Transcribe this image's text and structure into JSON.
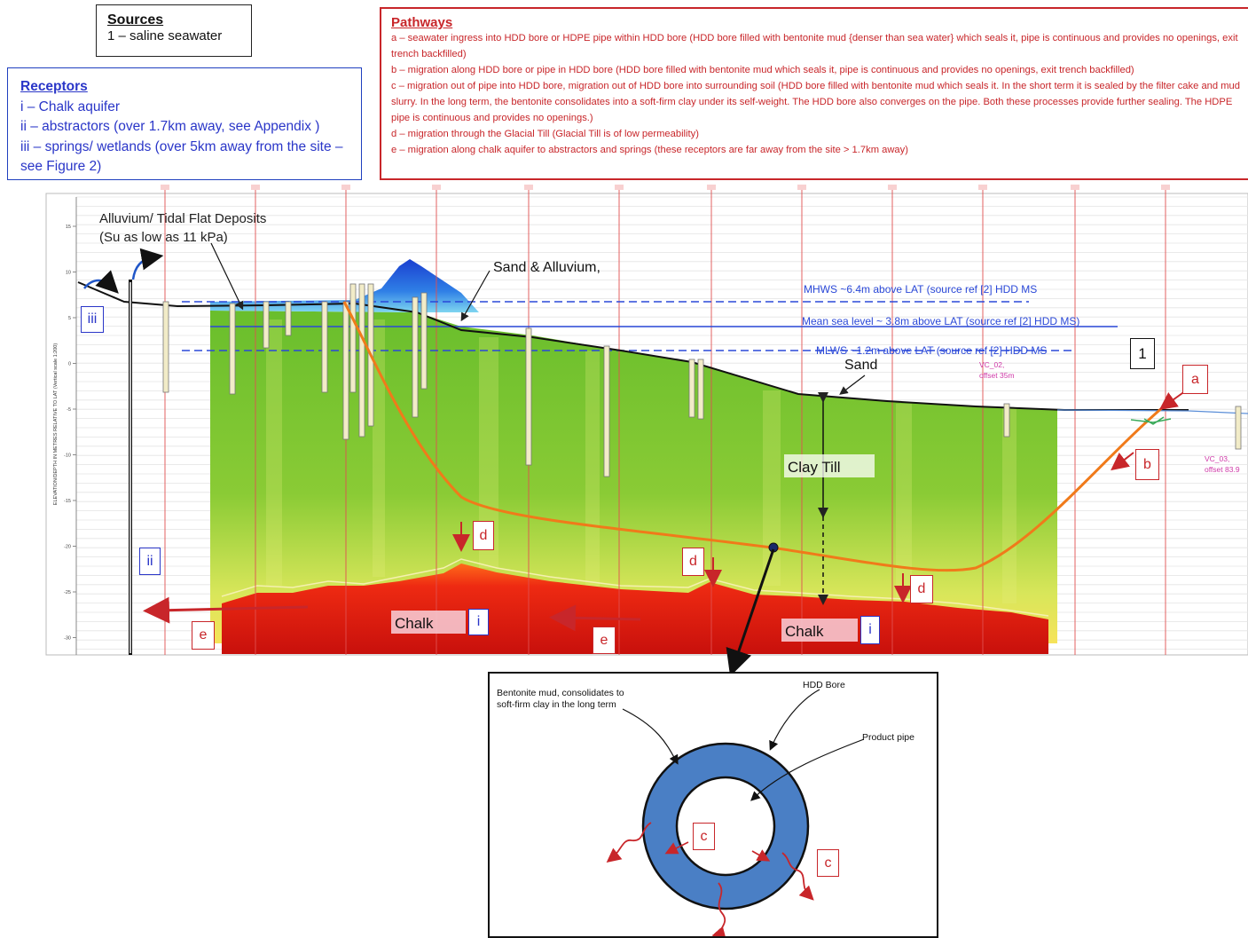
{
  "sources": {
    "title": "Sources",
    "items": [
      "1 – saline seawater"
    ]
  },
  "receptors": {
    "title": "Receptors",
    "items": [
      "i – Chalk aquifer",
      "ii – abstractors (over 1.7km away, see Appendix )",
      "iii – springs/ wetlands (over 5km away from the site – see Figure 2)"
    ]
  },
  "pathways": {
    "title": "Pathways",
    "items": [
      "a – seawater ingress into HDD bore or HDPE pipe within HDD bore (HDD bore filled with bentonite mud {denser than sea water} which seals it, pipe is continuous and provides no openings, exit trench backfilled)",
      "b – migration along HDD bore or pipe in HDD bore (HDD bore filled with bentonite mud which seals it, pipe is continuous and provides no openings, exit trench backfilled)",
      "c – migration out of pipe into HDD bore, migration out of HDD bore into surrounding soil (HDD bore filled with bentonite mud which seals it. In the short term it is sealed by the filter cake and mud slurry. In the long term, the bentonite consolidates into a soft-firm clay under its self-weight. The HDD bore also converges on the pipe. Both these processes provide further sealing. The HDPE pipe is continuous and provides no openings.)",
      "d – migration through the Glacial Till (Glacial Till is of low permeability)",
      "e – migration along chalk aquifer to abstractors and springs (these receptors are far away from the site > 1.7km away)"
    ]
  },
  "section": {
    "y_axis_label": "ELEVATION/DEPTH IN METRES RELATIVE TO LAT (Vertical scale 1:200)",
    "y_ticks": [
      "15",
      "10",
      "5",
      "0",
      "-5",
      "-10",
      "-15",
      "-20",
      "-25",
      "-30"
    ],
    "labels": {
      "alluvium_line1": "Alluvium/ Tidal Flat Deposits",
      "alluvium_line2": "(Su  as low as 11 kPa)",
      "sand_alluvium": "Sand & Alluvium,",
      "mhws": "MHWS ~6.4m above LAT (source ref [2] HDD MS",
      "msl": "Mean sea level ~ 3.8m above LAT (source ref [2] HDD MS)",
      "mlws": "MLWS ~1.2m above LAT (source ref [2] HDD MS",
      "sand": "Sand",
      "clay_till": "Clay Till",
      "chalk": "Chalk",
      "vc02": "VC_02,",
      "vc02_offset": "offset 35m",
      "vc03": "VC_03,",
      "vc03_offset": "offset 83.9"
    },
    "markers": {
      "source": "1",
      "a": "a",
      "b": "b",
      "d": "d",
      "e": "e",
      "i": "i",
      "ii": "ii",
      "iii": "iii"
    },
    "colors": {
      "green_till": "#7ec832",
      "chalk_red": "#e01a10",
      "sea_blue": "#1a4fd6",
      "hdd_orange": "#f07a1a",
      "pathway_red": "#c8262a",
      "receptor_blue": "#2a36c8"
    }
  },
  "inset": {
    "bentonite_label": "Bentonite mud, consolidates to soft-firm clay in the long term",
    "hdd_bore": "HDD Bore",
    "product_pipe": "Product pipe",
    "c": "c"
  }
}
